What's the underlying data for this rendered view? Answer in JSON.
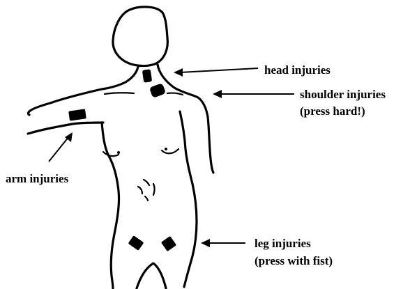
{
  "labels": {
    "head": "head injuries",
    "shoulder_line1": "shoulder injuries",
    "shoulder_line2": "(press hard!)",
    "arm": "arm injuries",
    "leg_line1": "leg injuries",
    "leg_line2": "(press with fist)"
  }
}
